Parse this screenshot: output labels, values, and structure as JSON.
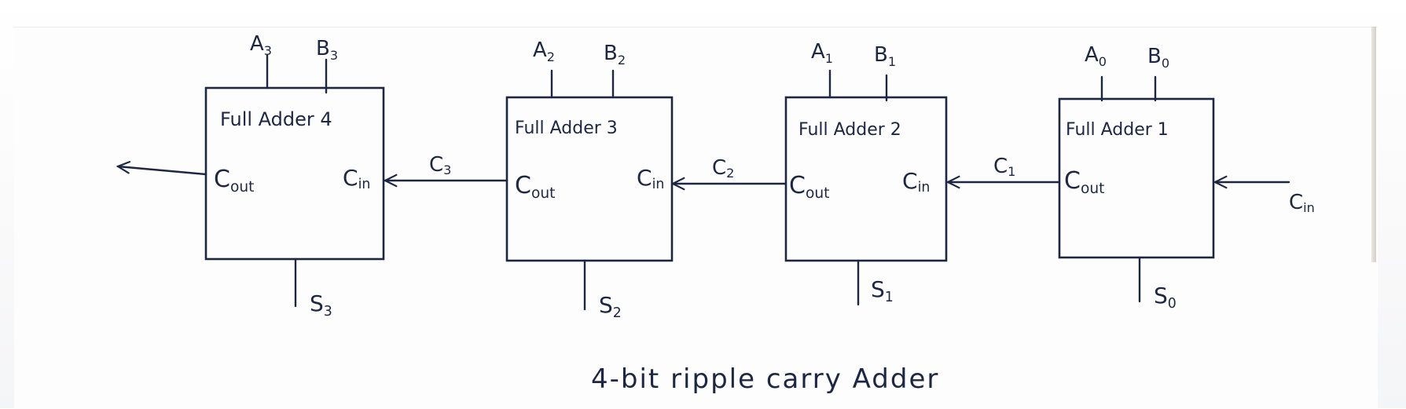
{
  "title": "4-bit ripple carry Adder",
  "adders": [
    {
      "name": "Full Adder 4",
      "a": "A",
      "a_sub": "3",
      "b": "B",
      "b_sub": "3",
      "cout": "C",
      "cout_sub": "out",
      "cin": "C",
      "cin_sub": "in",
      "sum": "S",
      "sum_sub": "3"
    },
    {
      "name": "Full Adder 3",
      "a": "A",
      "a_sub": "2",
      "b": "B",
      "b_sub": "2",
      "cout": "C",
      "cout_sub": "out",
      "cin": "C",
      "cin_sub": "in",
      "sum": "S",
      "sum_sub": "2"
    },
    {
      "name": "Full Adder 2",
      "a": "A",
      "a_sub": "1",
      "b": "B",
      "b_sub": "1",
      "cout": "C",
      "cout_sub": "out",
      "cin": "C",
      "cin_sub": "in",
      "sum": "S",
      "sum_sub": "1"
    },
    {
      "name": "Full Adder 1",
      "a": "A",
      "a_sub": "0",
      "b": "B",
      "b_sub": "0",
      "cout": "C",
      "cout_sub": "out",
      "cin": "",
      "cin_sub": "",
      "sum": "S",
      "sum_sub": "0"
    }
  ],
  "carries": [
    {
      "label": "C",
      "sub": "3"
    },
    {
      "label": "C",
      "sub": "2"
    },
    {
      "label": "C",
      "sub": "1"
    }
  ],
  "input_carry": {
    "label": "C",
    "sub": "in"
  },
  "colors": {
    "ink": "#1d2744",
    "paper": "#fdfdfd"
  }
}
